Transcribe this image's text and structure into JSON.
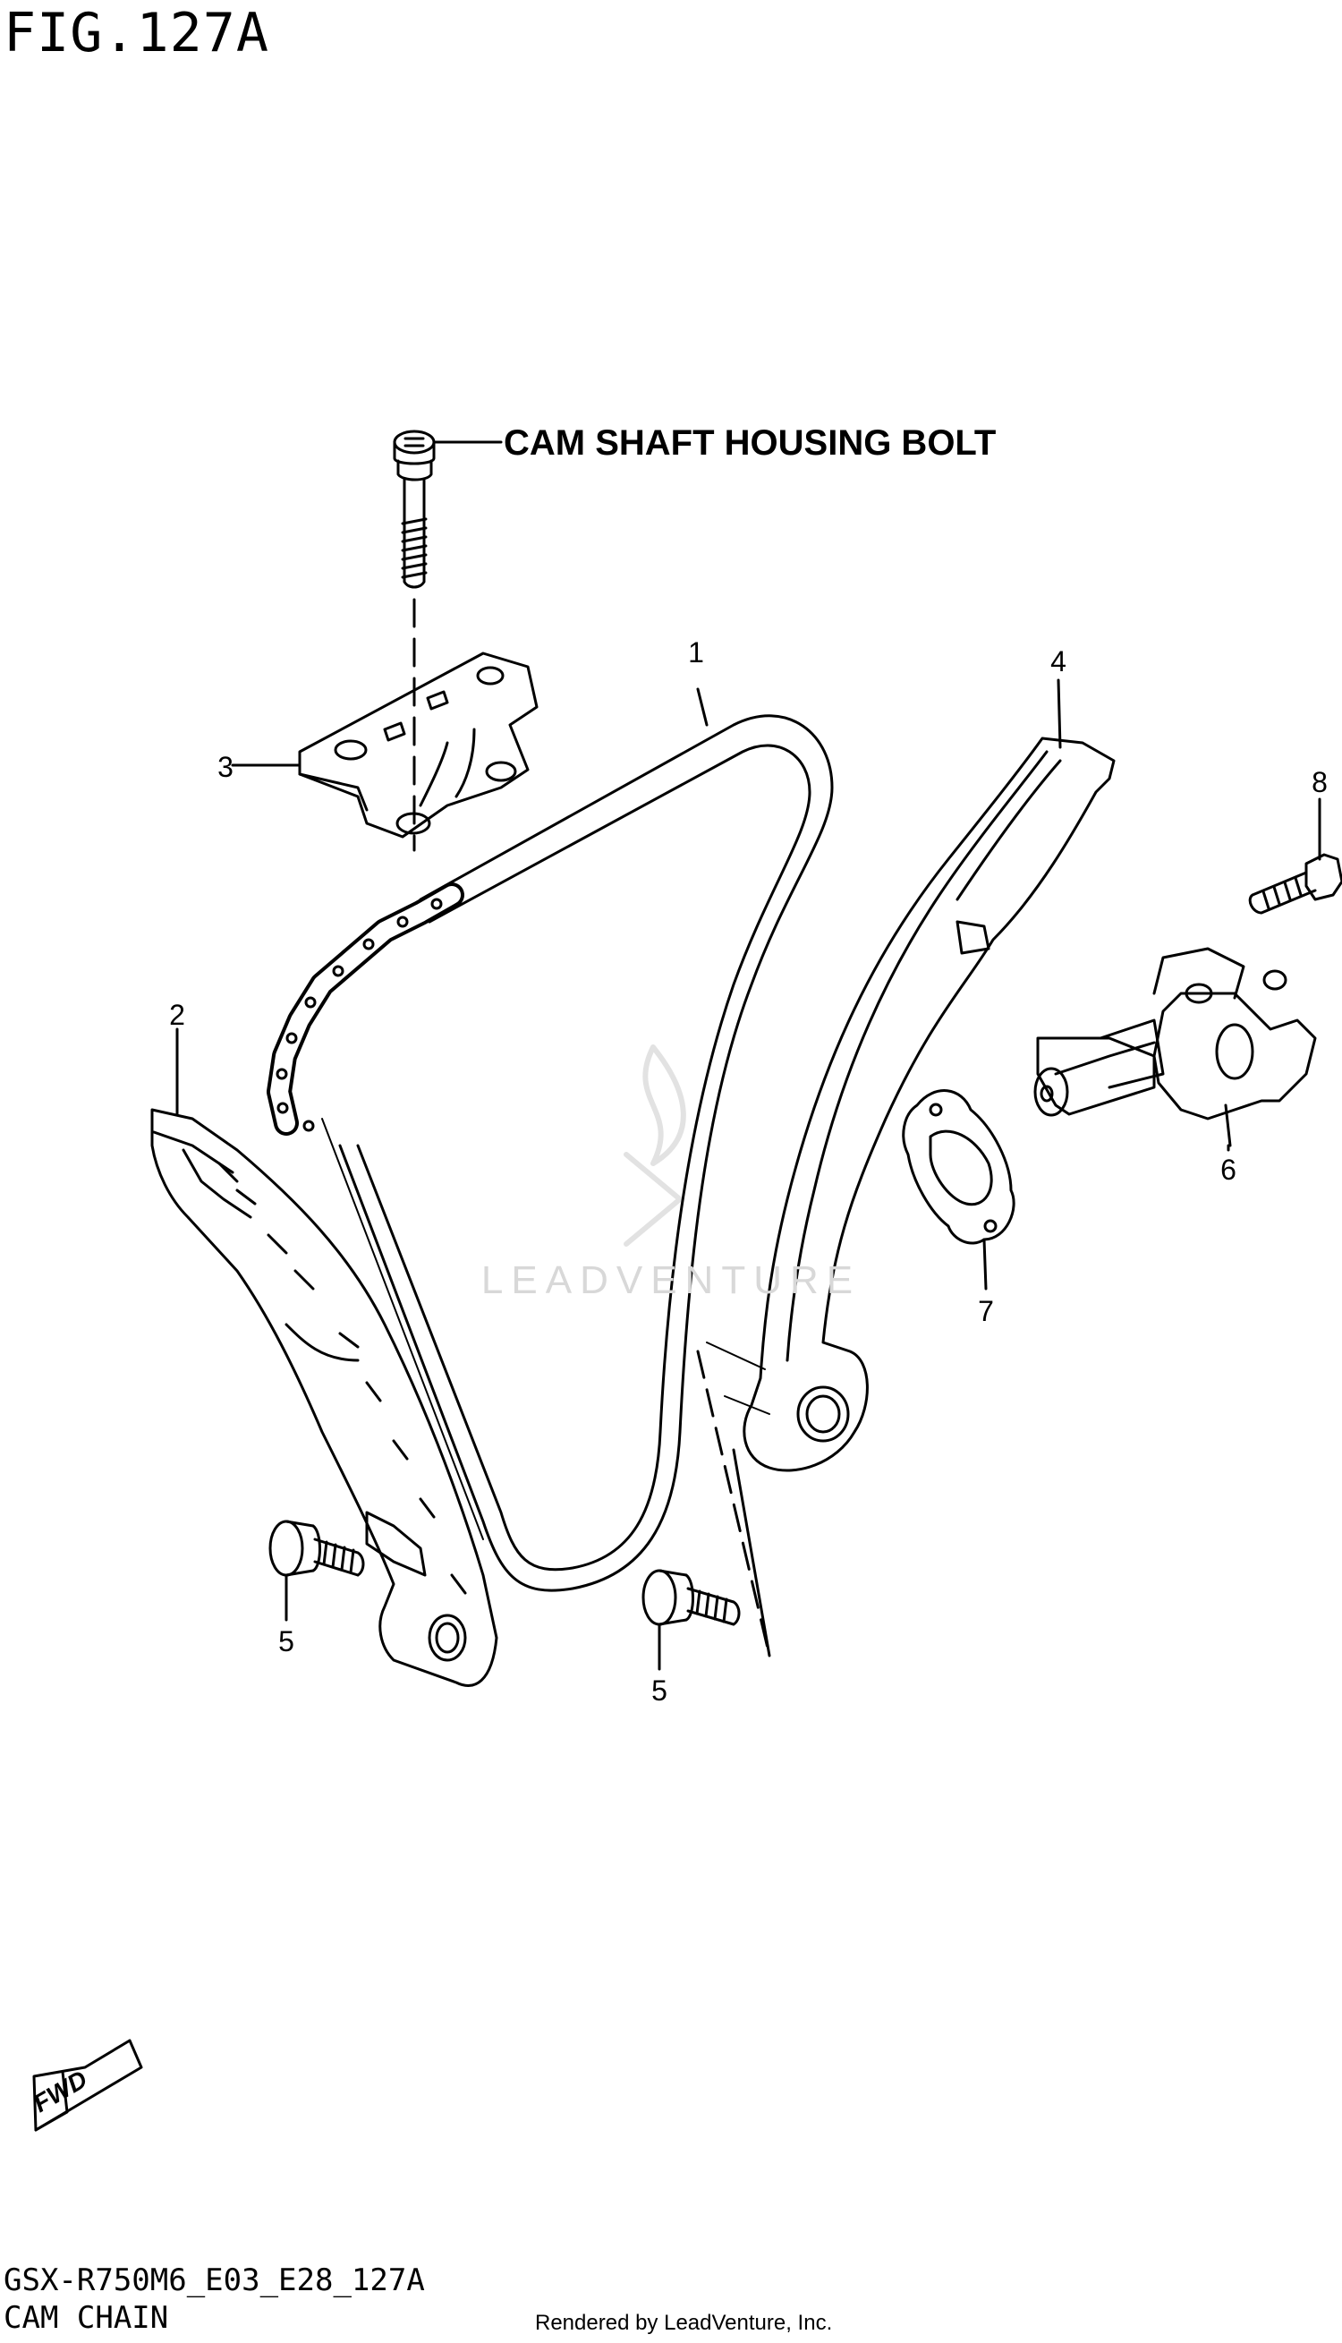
{
  "figure": {
    "title": "FIG.127A",
    "model_code": "GSX-R750M6_E03_E28_127A",
    "section_name": "CAM CHAIN",
    "rendered_by": "Rendered by LeadVenture, Inc.",
    "watermark": "LEADVENTURE"
  },
  "annotations": {
    "housing_bolt_label": "CAM SHAFT HOUSING BOLT",
    "forward_arrow_label": "FWD"
  },
  "callouts": {
    "chain": "1",
    "guide_front": "2",
    "chain_guide_holder": "3",
    "tensioner": "4",
    "bolt_left": "5",
    "bolt_right": "5",
    "tensioner_adjuster": "6",
    "gasket": "7",
    "adjuster_bolt": "8"
  },
  "colors": {
    "line": "#000000",
    "background": "#ffffff",
    "watermark": "#d8d8d8"
  }
}
